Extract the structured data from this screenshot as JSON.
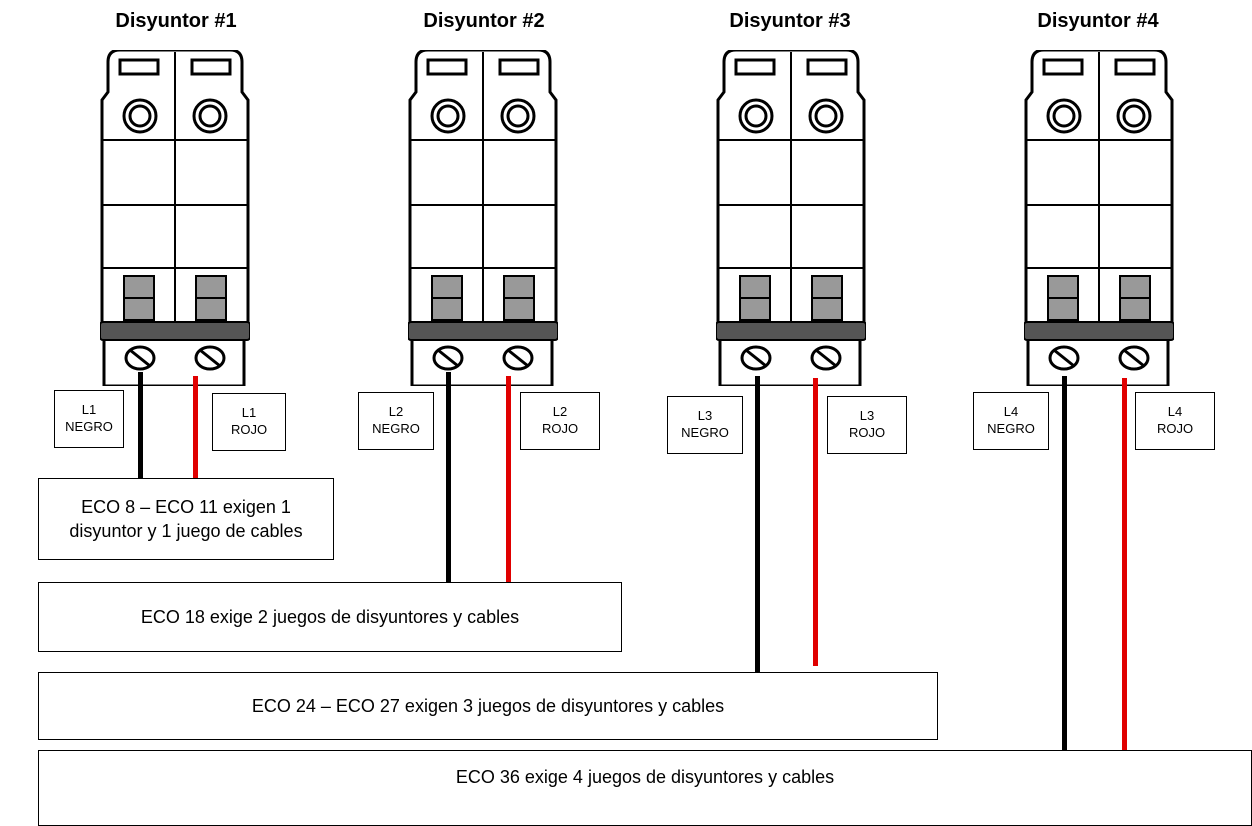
{
  "breakers": [
    {
      "title": "Disyuntor #1",
      "left_label": {
        "line": "L1",
        "color": "NEGRO"
      },
      "right_label": {
        "line": "L1",
        "color": "ROJO"
      }
    },
    {
      "title": "Disyuntor #2",
      "left_label": {
        "line": "L2",
        "color": "NEGRO"
      },
      "right_label": {
        "line": "L2",
        "color": "ROJO"
      }
    },
    {
      "title": "Disyuntor #3",
      "left_label": {
        "line": "L3",
        "color": "NEGRO"
      },
      "right_label": {
        "line": "L3",
        "color": "ROJO"
      }
    },
    {
      "title": "Disyuntor #4",
      "left_label": {
        "line": "L4",
        "color": "NEGRO"
      },
      "right_label": {
        "line": "L4",
        "color": "ROJO"
      }
    }
  ],
  "notes": [
    {
      "text": "ECO 8 – ECO 11 exigen 1 disyuntor y 1 juego de cables"
    },
    {
      "text": "ECO 18 exige 2 juegos de disyuntores y cables"
    },
    {
      "text": "ECO 24 – ECO 27 exigen 3 juegos de disyuntores y cables"
    },
    {
      "text": "ECO 36 exige 4 juegos de disyuntores y cables"
    }
  ],
  "colors": {
    "neutral_wire": "#000000",
    "hot_wire": "#e00000",
    "body": "#ffffff",
    "handle": "#888888",
    "band": "#555555"
  }
}
